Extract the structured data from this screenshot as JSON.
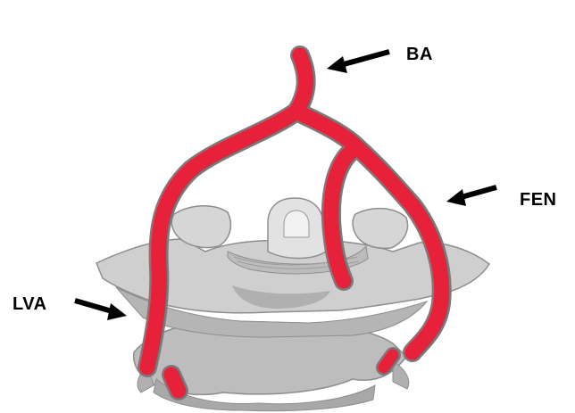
{
  "labels": {
    "ba": "BA",
    "fen": "FEN",
    "lva": "LVA"
  },
  "colors": {
    "artery": "#e8213a",
    "artery_outline": "#7a7a7a",
    "bone": "#c9c9c9",
    "bone_shadow": "#9a9a9a",
    "bone_light": "#e6e6e6",
    "arrow": "#000000"
  }
}
